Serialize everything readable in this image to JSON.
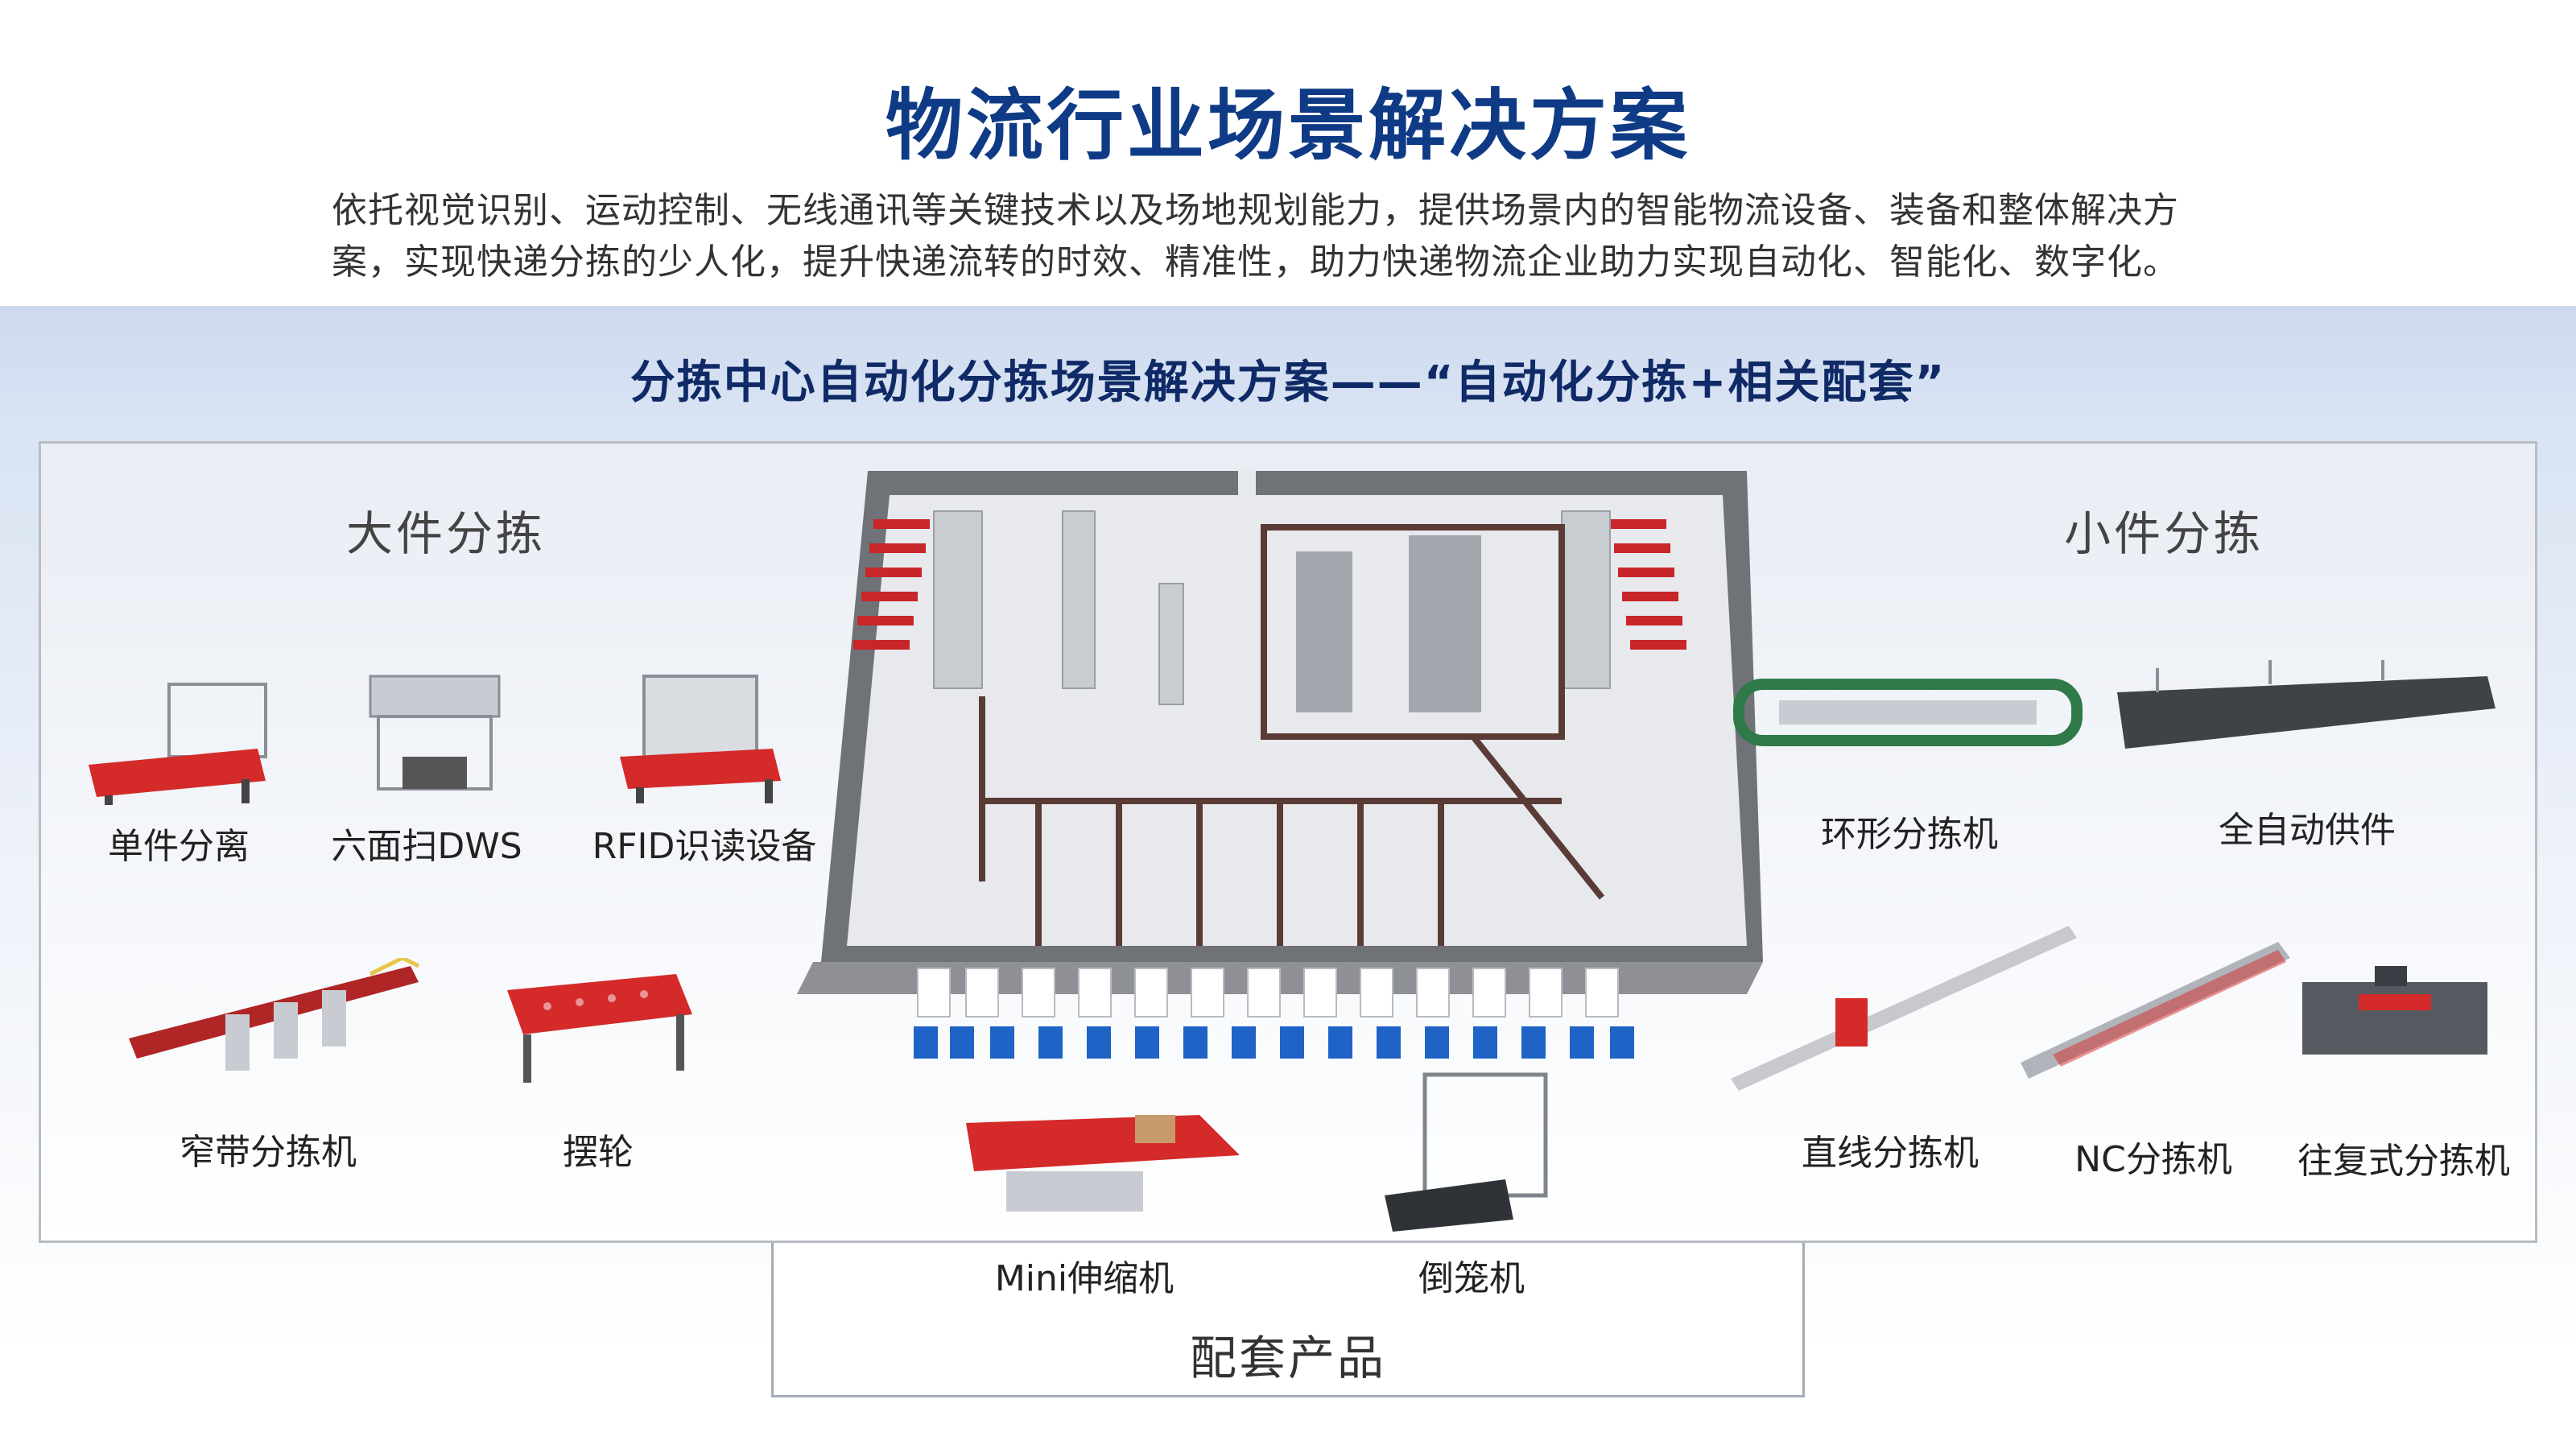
{
  "header": {
    "title": "物流行业场景解决方案",
    "intro_line1": "依托视觉识别、运动控制、无线通讯等关键技术以及场地规划能力，提供场景内的智能物流设备、装备和整体解决方",
    "intro_line2": "案，实现快递分拣的少人化，提升快递流转的时效、精准性，助力快递物流企业助力实现自动化、智能化、数字化。"
  },
  "scenario": {
    "subtitle": "分拣中心自动化分拣场景解决方案——“自动化分拣+相关配套”"
  },
  "large_parcel": {
    "label": "大件分拣",
    "items": [
      "单件分离",
      "六面扫DWS",
      "RFID识读设备",
      "窄带分拣机",
      "摆轮"
    ]
  },
  "small_parcel": {
    "label": "小件分拣",
    "items": [
      "环形分拣机",
      "全自动供件",
      "直线分拣机",
      "NC分拣机",
      "往复式分拣机"
    ]
  },
  "accessories": {
    "label": "配套产品",
    "items": [
      "Mini伸缩机",
      "倒笼机"
    ]
  },
  "colors": {
    "title": "#0f3b86",
    "subtitle": "#0f2a66",
    "equipment_red": "#d42a2a",
    "band_top": "#cdd9ef"
  }
}
